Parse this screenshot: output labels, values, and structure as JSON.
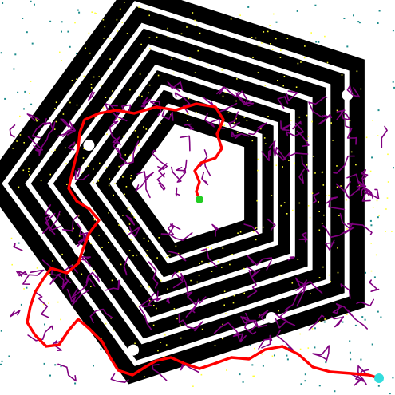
{
  "scene": {
    "type": "pentagon-maze-pathfinding-visualization",
    "colors": {
      "background": "#ffffff",
      "walls": "#000000",
      "corridors": "#ffffff",
      "wall_speckle": "#ffff33",
      "outside_speckle": "#1a8a8a",
      "search_tree": "#800080",
      "solution_path": "#ff0000",
      "start_marker": "#22cc22",
      "goal_marker": "#33dddd"
    },
    "ring_count": 6,
    "start_marker": "green-dot",
    "goal_marker": "cyan-dot"
  }
}
